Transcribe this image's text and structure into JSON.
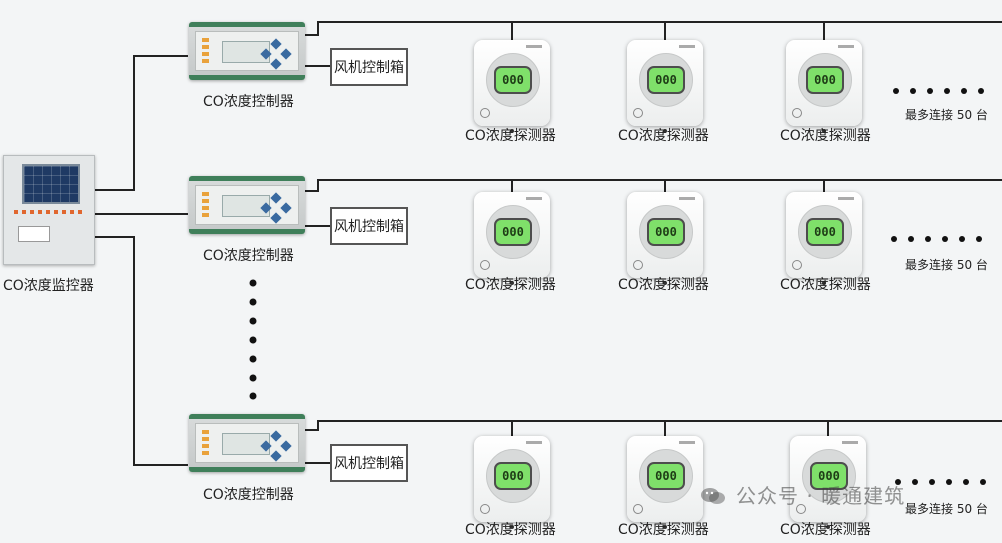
{
  "monitor": {
    "label": "CO浓度监控器"
  },
  "controller": {
    "label": "CO浓度控制器",
    "lcd": ""
  },
  "fan_box": {
    "label": "风机控制箱"
  },
  "detector": {
    "label": "CO浓度探测器",
    "reading": "000"
  },
  "max_note": "最多连接 50 台",
  "rows": [
    {
      "id": "row1"
    },
    {
      "id": "row2"
    },
    {
      "id": "row3"
    }
  ],
  "watermark": {
    "text": "公众号 · 暖通建筑",
    "icon": "wechat-icon"
  },
  "colors": {
    "line": "#222222",
    "lcd": "#7fe06a",
    "controller_band": "#3f7f5a"
  }
}
